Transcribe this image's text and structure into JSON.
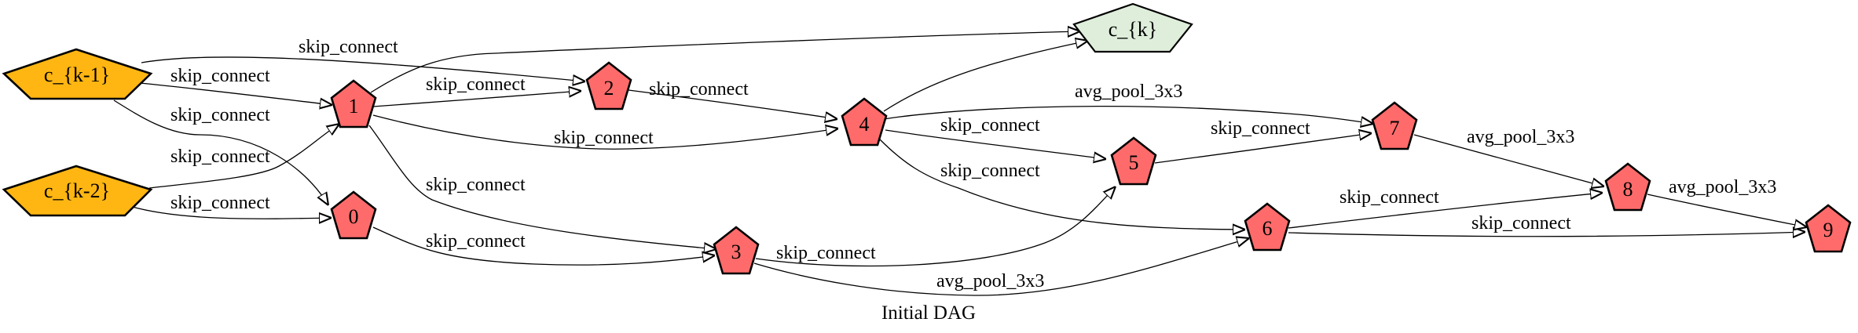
{
  "caption": "Initial DAG",
  "colors": {
    "input_fill": "#FFB612",
    "intermediate_fill": "#FF6B6B",
    "output_fill": "#DFEEDB"
  },
  "nodes": {
    "ck1": "c_{k-1}",
    "ck2": "c_{k-2}",
    "ck": "c_{k}",
    "n0": "0",
    "n1": "1",
    "n2": "2",
    "n3": "3",
    "n4": "4",
    "n5": "5",
    "n6": "6",
    "n7": "7",
    "n8": "8",
    "n9": "9"
  },
  "edges": {
    "ck1_2": "skip_connect",
    "ck1_1": "skip_connect",
    "ck1_0": "skip_connect",
    "ck2_1": "skip_connect",
    "ck2_0": "skip_connect",
    "n1_2": "skip_connect",
    "n1_4": "skip_connect",
    "n1_3": "skip_connect",
    "n0_3": "skip_connect",
    "n2_4": "skip_connect",
    "n4_7": "avg_pool_3x3",
    "n4_5": "skip_connect",
    "n4_6": "skip_connect",
    "n3_5": "skip_connect",
    "n3_6": "avg_pool_3x3",
    "n5_7": "skip_connect",
    "n7_8": "avg_pool_3x3",
    "n6_8": "skip_connect",
    "n6_9": "skip_connect",
    "n8_9": "avg_pool_3x3"
  }
}
